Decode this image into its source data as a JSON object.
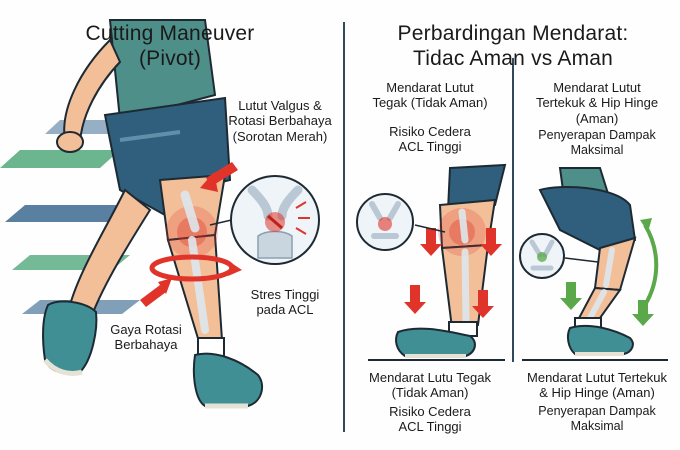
{
  "left_panel": {
    "title_line1": "Cutting Maneuver",
    "title_line2": "(Pivot)",
    "label_valgus_1": "Lutut Valgus &",
    "label_valgus_2": "Rotasi Berbahaya",
    "label_valgus_3": "(Sorotan Merah)",
    "label_stress_1": "Stres Tinggi",
    "label_stress_2": "pada ACL",
    "label_rotation_1": "Gaya Rotasi",
    "label_rotation_2": "Berbahaya"
  },
  "right_panel": {
    "title_line1": "Perbardingan Mendarat:",
    "title_line2": "Tidac Aman vs Aman",
    "unsafe": {
      "heading_1": "Mendarat Lutut",
      "heading_2": "Tegak (Tidak Aman)",
      "risk_1": "Risiko Cedera",
      "risk_2": "ACL Tinggi",
      "bottom_heading_1": "Mendarat Lutu Tegak",
      "bottom_heading_2": "(Tidak Aman)",
      "bottom_risk_1": "Risiko Cedera",
      "bottom_risk_2": "ACL Tinggi"
    },
    "safe": {
      "heading_1": "Mendarat Lutut",
      "heading_2": "Tertekuk & Hip Hinge",
      "heading_3": "(Aman)",
      "benefit_1": "Penyerapan Dampak",
      "benefit_2": "Maksimal",
      "bottom_heading_1": "Mendarat Lutut Tertekuk",
      "bottom_heading_2": "& Hip Hinge (Aman)",
      "bottom_benefit_1": "Penyerapan Dampak",
      "bottom_benefit_2": "Maksimal"
    }
  },
  "colors": {
    "skin": "#f2bf99",
    "skin_shade": "#d99a74",
    "shirt": "#4f8f8a",
    "shorts": "#2f5f7c",
    "shoe": "#3f8f94",
    "sole": "#e6e3d6",
    "danger": "#e0342a",
    "safe": "#5aa84a",
    "bone": "#dfe7ee",
    "outline": "#1e2a33",
    "streak_green": "#3b9d6a",
    "streak_blue": "#2f5f8a"
  }
}
